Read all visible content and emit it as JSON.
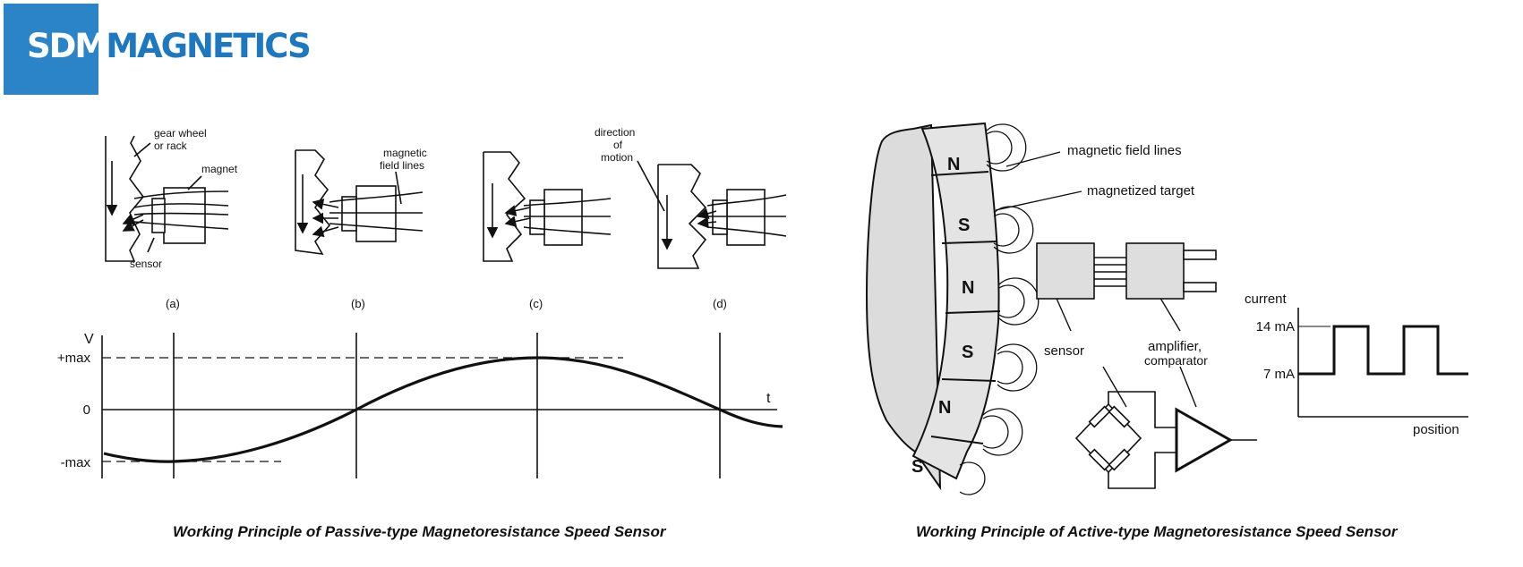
{
  "logo": {
    "part1": "SDM",
    "part2": "MAGNETICS",
    "box_color": "#2b84c8",
    "text_color": "#1e78bf"
  },
  "passive": {
    "labels": {
      "gear_wheel_1": "gear wheel",
      "gear_wheel_2": "or rack",
      "magnet": "magnet",
      "sensor": "sensor",
      "field_lines_1": "magnetic",
      "field_lines_2": "field lines",
      "direction_1": "direction",
      "direction_2": "of",
      "direction_3": "motion"
    },
    "panels": [
      "(a)",
      "(b)",
      "(c)",
      "(d)"
    ],
    "graph": {
      "y_axis_label": "V",
      "x_axis_label": "t",
      "tick_plus": "+max",
      "tick_zero": "0",
      "tick_minus": "-max"
    },
    "caption": "Working Principle of Passive-type Magnetoresistance Speed Sensor"
  },
  "active": {
    "poles": [
      "N",
      "S",
      "N",
      "S",
      "N",
      "S"
    ],
    "labels": {
      "field_lines": "magnetic field lines",
      "target": "magnetized target",
      "sensor": "sensor",
      "amplifier_1": "amplifier,",
      "amplifier_2": "comparator"
    },
    "graph": {
      "y_axis_label": "current",
      "x_axis_label": "position",
      "high": "14 mA",
      "low": "7 mA"
    },
    "caption": "Working Principle of Active-type Magnetoresistance Speed Sensor"
  }
}
